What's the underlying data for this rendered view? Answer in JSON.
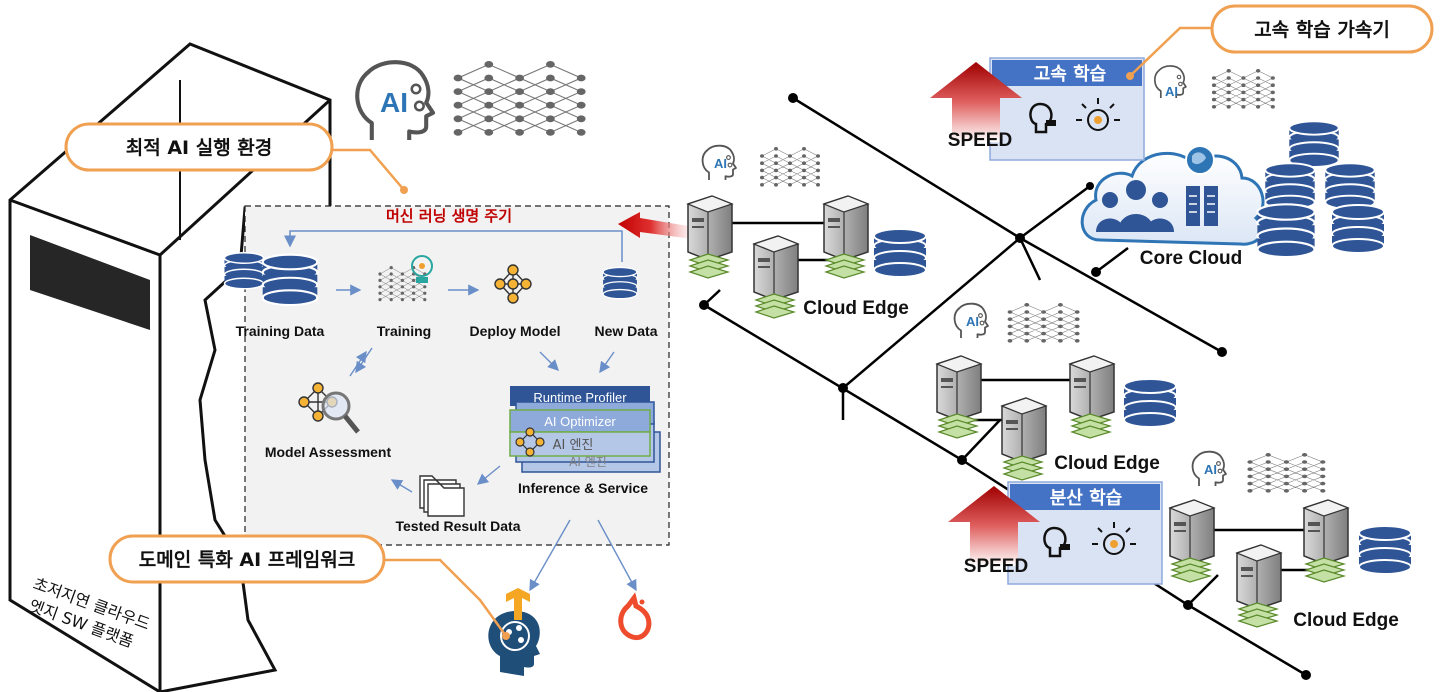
{
  "callouts": {
    "optimal_env": "최적 AI 실행 환경",
    "domain_framework": "도메인 특화 AI 프레임워크",
    "accelerator": "고속 학습 가속기"
  },
  "platform_label_line1": "초저지연 클라우드",
  "platform_label_line2": "엣지 SW 플랫폼",
  "lifecycle": {
    "title": "머신 러닝 생명 주기",
    "training_data": "Training  Data",
    "training": "Training",
    "deploy_model": "Deploy Model",
    "new_data": "New Data",
    "model_assessment": "Model Assessment",
    "tested_result": "Tested Result Data",
    "inference": "Inference & Service",
    "stack": {
      "profiler": "Runtime Profiler",
      "optimizer": "AI Optimizer",
      "engine": "AI 엔진",
      "engine_back": "AI 엔진"
    }
  },
  "network": {
    "cloud_edge_top": "Cloud Edge",
    "cloud_edge_mid": "Cloud Edge",
    "cloud_edge_bottom": "Cloud Edge",
    "core_cloud": "Core Cloud",
    "fast_learning": "고속 학습",
    "distributed_learning": "분산 학습",
    "speed_top": "SPEED",
    "speed_bottom": "SPEED",
    "ai_tag": "AI"
  },
  "colors": {
    "callout_border": "#f0a050",
    "title_red": "#c00000",
    "db_blue": "#2f5597",
    "banner_blue": "#4472c4",
    "arrow_blue": "#6a8fc8",
    "speed_red": "#c00000",
    "server_green": "#8fbc5a"
  }
}
